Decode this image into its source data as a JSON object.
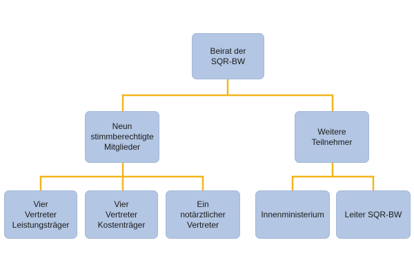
{
  "colors": {
    "box_fill": "#b3c6e3",
    "box_border": "#a3b7d6",
    "connector": "#f2b51b",
    "text": "#1a1a1a"
  },
  "root": {
    "label": "Beirat der\nSQR-BW"
  },
  "left_group": {
    "label": "Neun\nstimmberechtigte\nMitglieder",
    "children": [
      {
        "label": "Vier\nVertreter\nLeistungsträger"
      },
      {
        "label": "Vier\nVertreter\nKostenträger"
      },
      {
        "label": "Ein\nnotärztlicher\nVertreter"
      }
    ]
  },
  "right_group": {
    "label": "Weitere Teilnehmer",
    "children": [
      {
        "label": "Innenministerium"
      },
      {
        "label": "Leiter SQR-BW"
      }
    ]
  }
}
